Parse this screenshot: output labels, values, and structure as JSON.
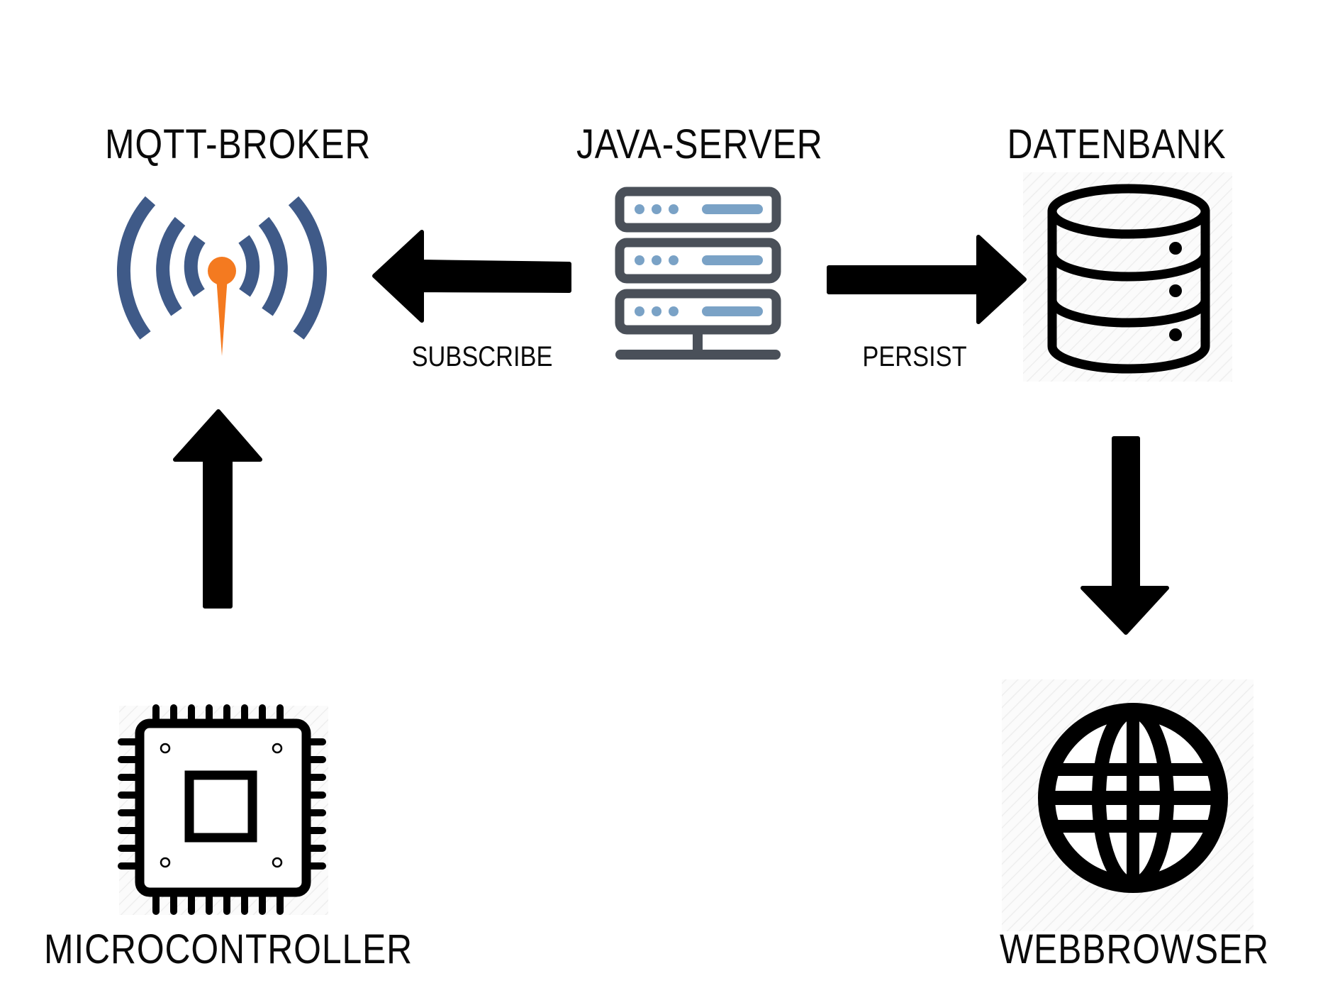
{
  "nodes": {
    "mqtt_broker": {
      "label": "MQTT-BROKER"
    },
    "java_server": {
      "label": "JAVA-SERVER"
    },
    "datenbank": {
      "label": "DATENBANK"
    },
    "microcontroller": {
      "label": "MICROCONTROLLER"
    },
    "webbrowser": {
      "label": "WEBBROWSER"
    }
  },
  "edges": {
    "subscribe": {
      "label": "SUBSCRIBE",
      "from": "java_server",
      "to": "mqtt_broker"
    },
    "persist": {
      "label": "PERSIST",
      "from": "java_server",
      "to": "datenbank"
    },
    "publish": {
      "label": "",
      "from": "microcontroller",
      "to": "mqtt_broker"
    },
    "read": {
      "label": "",
      "from": "datenbank",
      "to": "webbrowser"
    }
  },
  "colors": {
    "mqtt_blue": "#3f5a88",
    "mqtt_orange": "#f47a20",
    "server_dark": "#4a5059",
    "server_light": "#7aa2c6",
    "ink": "#000000"
  },
  "icons": {
    "mqtt_broker": "antenna-signal-icon",
    "java_server": "server-rack-icon",
    "datenbank": "database-icon",
    "microcontroller": "chip-icon",
    "webbrowser": "globe-icon"
  }
}
